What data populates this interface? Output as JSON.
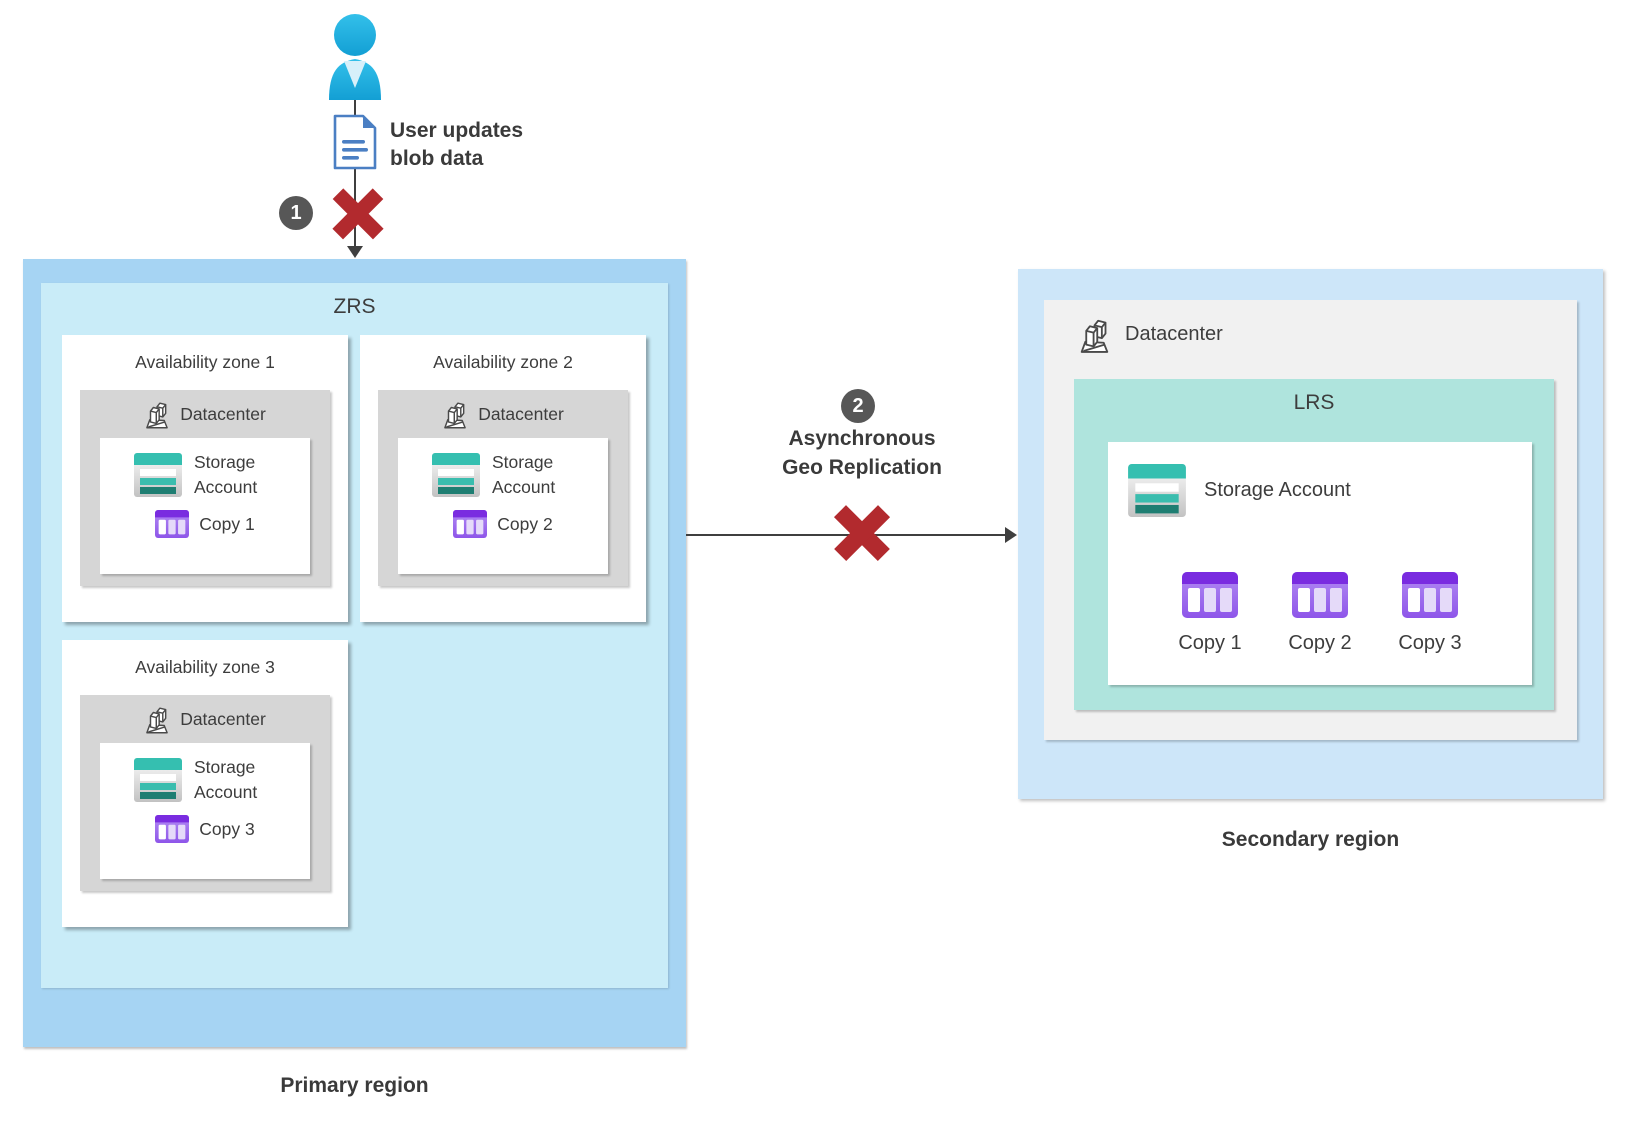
{
  "colors": {
    "primary_outer_blue": "#a6d4f3",
    "zrs_fill": "#c9ecf8",
    "secondary_outer_blue": "#cde6f9",
    "zone_gray": "#d6d6d6",
    "secondary_gray": "#f1f1f1",
    "lrs_teal": "#afe4dd",
    "storage_teal": "#35bfb0",
    "copy_purple": "#7a2ce0",
    "error_red": "#b22a2e",
    "badge_gray": "#575757",
    "arrow_gray": "#3f3f3f",
    "doc_blue": "#4b7fc3",
    "user_cyan": "#27b6e4"
  },
  "user_flow": {
    "label_line1": "User updates",
    "label_line2": "blob data",
    "step_badge": "1"
  },
  "replication": {
    "step_badge": "2",
    "label_line1": "Asynchronous",
    "label_line2": "Geo Replication"
  },
  "primary_region": {
    "label": "Primary region",
    "redundancy_label": "ZRS",
    "zones": [
      {
        "title": "Availability zone 1",
        "datacenter": "Datacenter",
        "storage": "Storage Account",
        "copy": "Copy 1"
      },
      {
        "title": "Availability zone 2",
        "datacenter": "Datacenter",
        "storage": "Storage Account",
        "copy": "Copy 2"
      },
      {
        "title": "Availability zone 3",
        "datacenter": "Datacenter",
        "storage": "Storage Account",
        "copy": "Copy 3"
      }
    ]
  },
  "secondary_region": {
    "label": "Secondary region",
    "datacenter": "Datacenter",
    "redundancy_label": "LRS",
    "storage": "Storage Account",
    "copies": [
      "Copy 1",
      "Copy 2",
      "Copy 3"
    ]
  }
}
